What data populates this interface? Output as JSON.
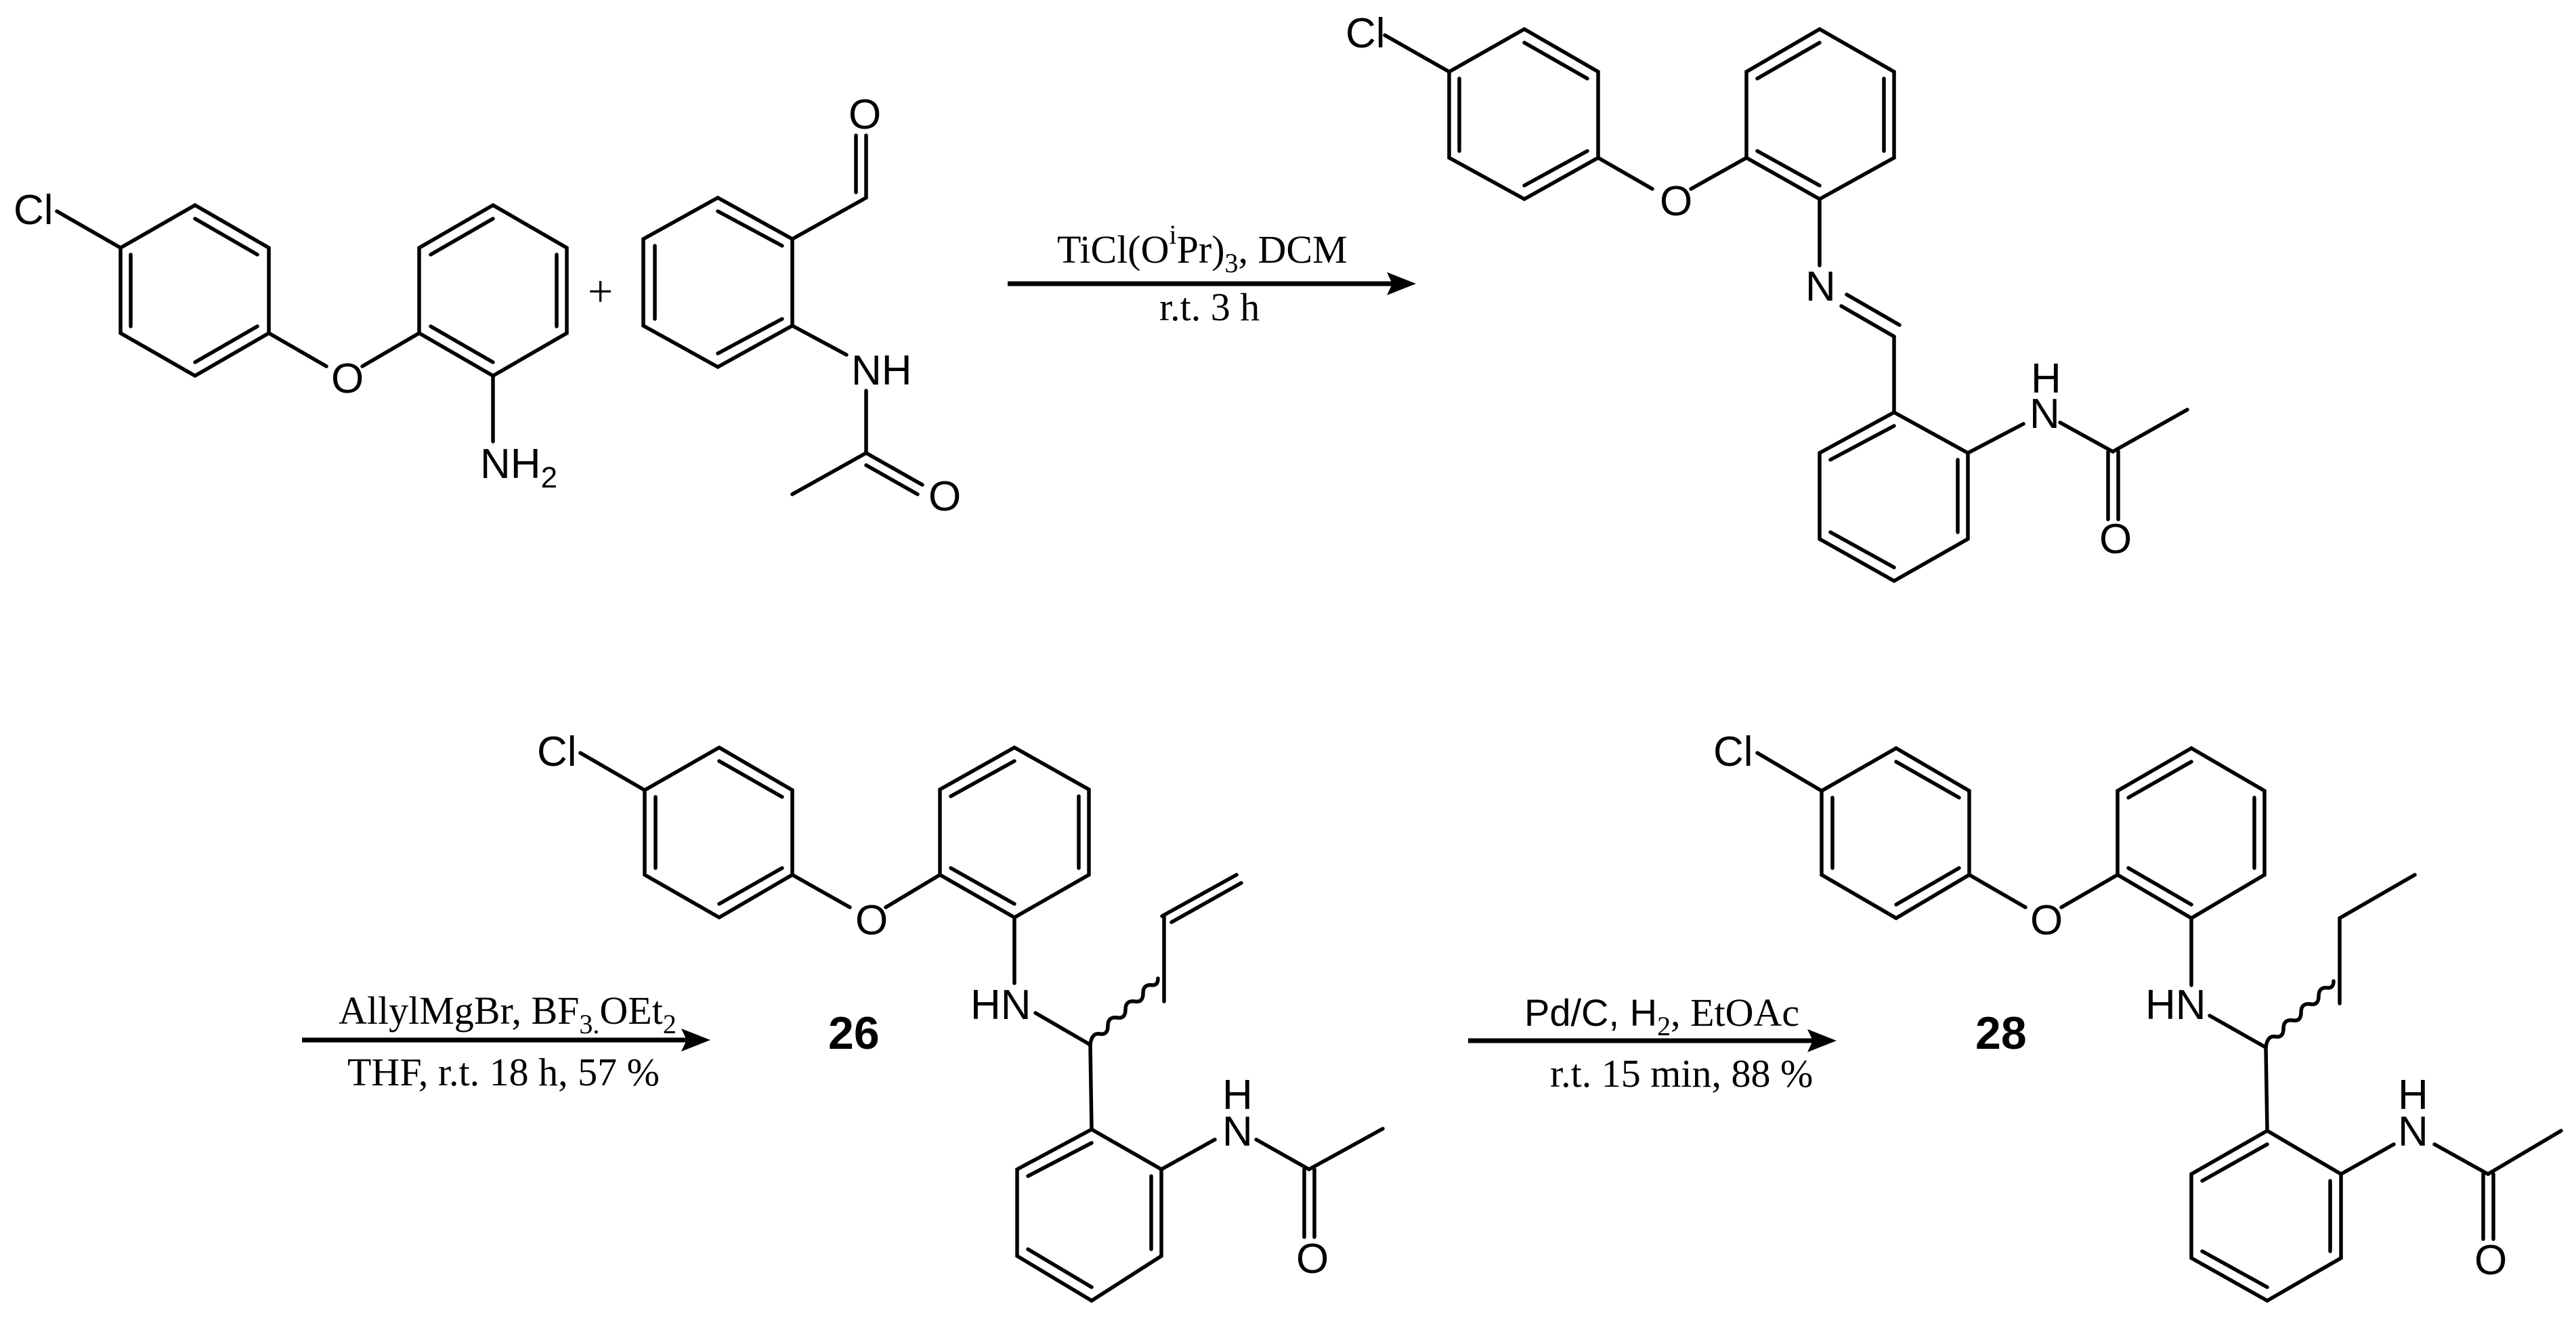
{
  "scheme": {
    "title": "Synthesis scheme: imine formation, allylation, hydrogenation",
    "colors": {
      "ink": "#000000",
      "background": "#ffffff"
    },
    "plus_sign": "+",
    "reactant_1": {
      "name": "2-(4-chlorophenoxy)aniline",
      "atoms": {
        "cl": "Cl",
        "o": "O",
        "n": "NH",
        "n_sub": "2"
      }
    },
    "reactant_2": {
      "name": "N-(2-formylphenyl)acetamide",
      "atoms": {
        "o_ald": "O",
        "nh": "NH",
        "o_amide": "O"
      }
    },
    "intermediate_imine": {
      "name": "imine intermediate",
      "atoms": {
        "cl": "Cl",
        "o": "O",
        "n": "N",
        "nh_h": "H",
        "nh_n": "N",
        "o_amide": "O"
      }
    },
    "compound_26": {
      "label": "26",
      "atoms": {
        "cl": "Cl",
        "o": "O",
        "hn": "HN",
        "nh_h": "H",
        "nh_n": "N",
        "o_amide": "O"
      }
    },
    "compound_28": {
      "label": "28",
      "atoms": {
        "cl": "Cl",
        "o": "O",
        "hn": "HN",
        "nh_h": "H",
        "nh_n": "N",
        "o_amide": "O"
      }
    },
    "step_1": {
      "above": {
        "a": "TiCl(O",
        "sup": "i",
        "b": "Pr)",
        "sub": "3",
        "c": ", DCM"
      },
      "below": "r.t. 3 h"
    },
    "step_2": {
      "above": {
        "a": "AllylMgBr, BF",
        "sub1": "3.",
        "b": "OEt",
        "sub2": "2"
      },
      "below": "THF, r.t. 18 h, 57 %"
    },
    "step_3": {
      "above": {
        "a": "Pd/C, H",
        "sub": "2",
        "b": ", EtOAc"
      },
      "below": "r.t. 15 min, 88 %"
    }
  }
}
